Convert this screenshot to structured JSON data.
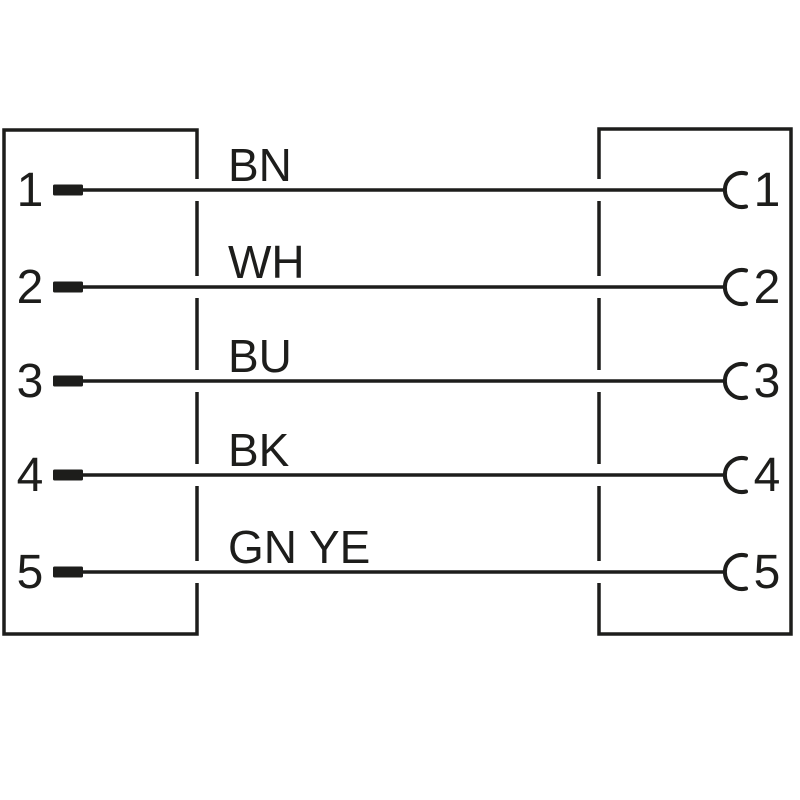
{
  "wires": [
    {
      "left_pin": "1",
      "label": "BN",
      "right_pin": "1"
    },
    {
      "left_pin": "2",
      "label": "WH",
      "right_pin": "2"
    },
    {
      "left_pin": "3",
      "label": "BU",
      "right_pin": "3"
    },
    {
      "left_pin": "4",
      "label": "BK",
      "right_pin": "4"
    },
    {
      "left_pin": "5",
      "label": "GN YE",
      "right_pin": "5"
    }
  ],
  "icons": {
    "left_contact": "male-pin-contact-icon",
    "right_contact": "female-socket-contact-icon"
  },
  "colors": {
    "line": "#1d1d1b",
    "background": "#ffffff"
  }
}
